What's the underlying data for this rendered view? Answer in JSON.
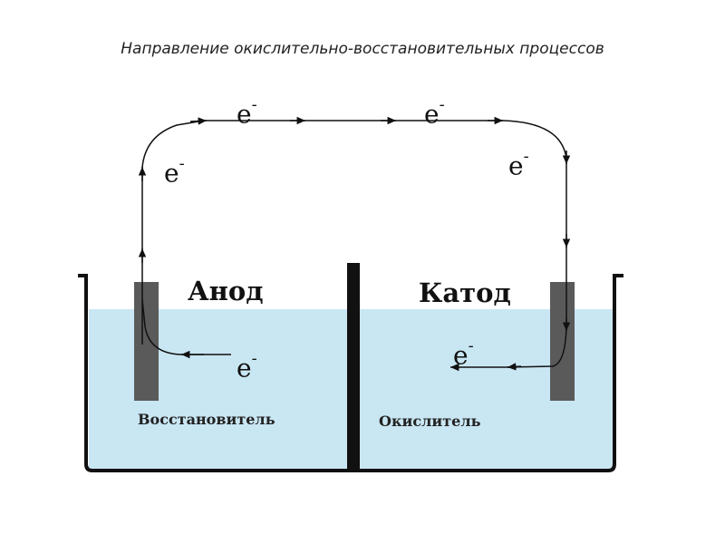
{
  "title": "Направление окислительно-восстановительных процессов",
  "anode": {
    "label": "Анод",
    "solution": "Восстановитель"
  },
  "cathode": {
    "label": "Катод",
    "solution": "Окислитель"
  },
  "electron": {
    "symbol": "e",
    "charge": "-"
  },
  "colors": {
    "solution": "#c9e6f3",
    "electrode": "#5a5a5a",
    "vessel": "#111111",
    "wire": "#111111"
  }
}
